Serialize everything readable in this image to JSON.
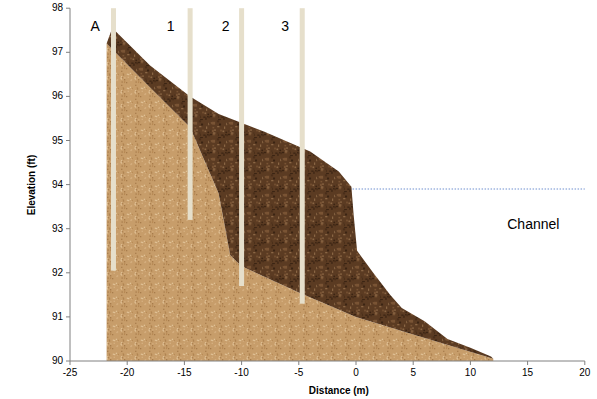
{
  "diagram": {
    "labels": [
      "98",
      "97",
      "96",
      "95",
      "94",
      "93",
      "92",
      "91",
      "90",
      "-25",
      "-20",
      "-15",
      "-10",
      "-5",
      "0",
      "5",
      "10",
      "15",
      "20",
      "Elevation (ft)",
      "Distance (m)",
      "A",
      "1",
      "2",
      "3",
      "Channel"
    ]
  }
}
